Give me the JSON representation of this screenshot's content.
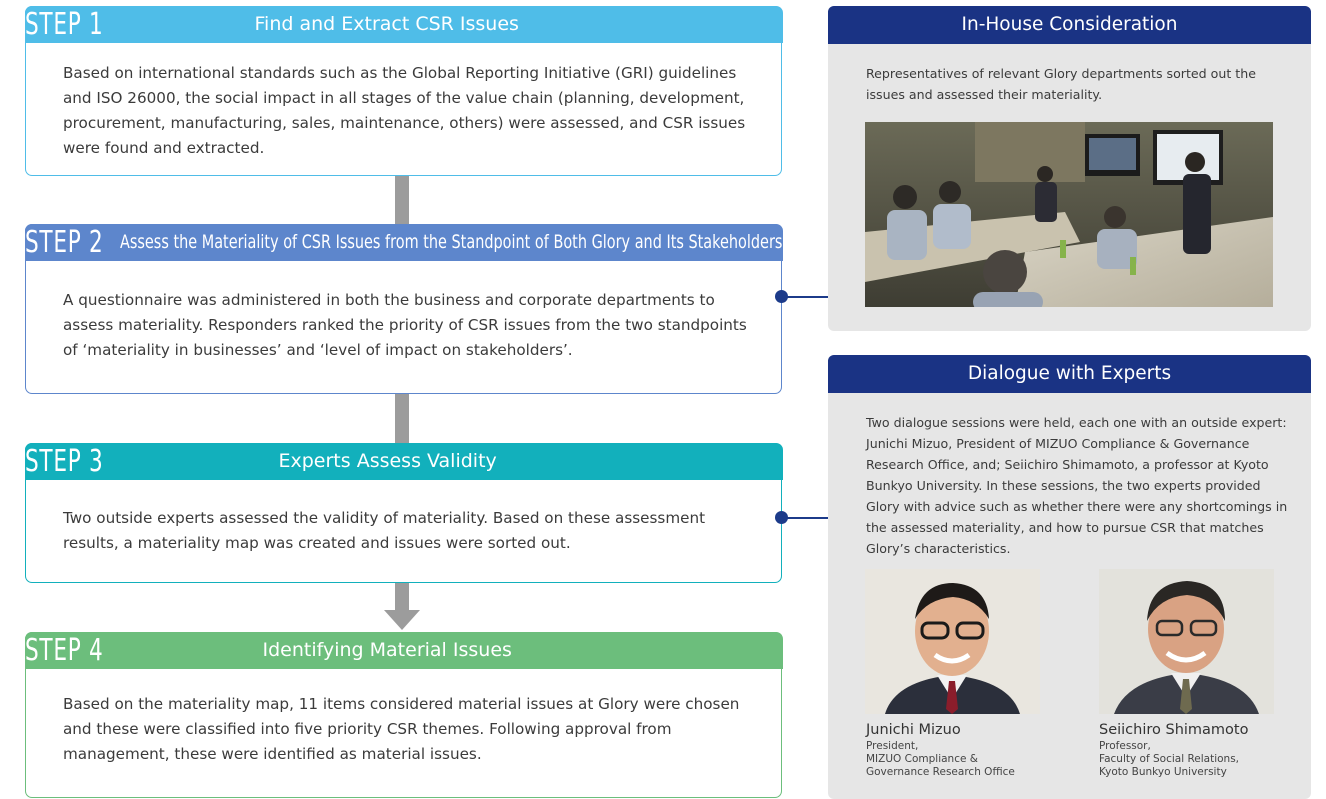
{
  "steps": [
    {
      "label": "STEP 1",
      "title": "Find and Extract CSR Issues",
      "color": "#4fbde8",
      "body": "Based on international standards such as the Global Reporting Initiative (GRI) guidelines and ISO 26000, the social impact in all stages of the value chain (planning, development, procurement, manufacturing, sales, maintenance, others) were assessed, and CSR issues were found and extracted."
    },
    {
      "label": "STEP 2",
      "title": "Assess the Materiality of CSR Issues from the Standpoint of Both Glory and Its Stakeholders",
      "color": "#5d86cc",
      "body": "A questionnaire was administered in both the business and corporate departments to assess materiality. Responders ranked the priority of CSR issues from the two standpoints of ‘materiality in businesses’ and ‘level of impact on stakeholders’."
    },
    {
      "label": "STEP 3",
      "title": "Experts Assess Validity",
      "color": "#12b0bc",
      "body": "Two outside experts assessed the validity of materiality. Based on these assessment results, a materiality map was created and issues were sorted out."
    },
    {
      "label": "STEP 4",
      "title": "Identifying Material Issues",
      "color": "#6cbe7c",
      "body": "Based on the materiality map, 11 items considered material issues at Glory were chosen and these were classified into five priority CSR themes. Following approval from management, these were identified as material issues."
    }
  ],
  "in_house": {
    "title": "In-House Consideration",
    "text": "Representatives of relevant Glory departments sorted out the issues and assessed their materiality."
  },
  "dialogue": {
    "title": "Dialogue with Experts",
    "text": "Two dialogue sessions were held, each one with an outside expert: Junichi Mizuo, President of MIZUO Compliance & Governance Research Office, and; Seiichiro Shimamoto, a professor at Kyoto Bunkyo University. In these sessions, the two experts provided Glory with advice such as whether there were any shortcomings in the assessed materiality, and how to pursue CSR that matches Glory’s characteristics.",
    "experts": [
      {
        "name": "Junichi Mizuo",
        "role_line1": "President,",
        "role_line2": "MIZUO Compliance &",
        "role_line3": "Governance Research Office"
      },
      {
        "name": "Seiichiro Shimamoto",
        "role_line1": "Professor,",
        "role_line2": "Faculty of Social Relations,",
        "role_line3": "Kyoto Bunkyo University"
      }
    ]
  },
  "colors": {
    "connector": "#9c9c9c",
    "panel_header": "#1a3384",
    "panel_bg": "#e6e6e6",
    "link_line": "#1c3b8a"
  }
}
